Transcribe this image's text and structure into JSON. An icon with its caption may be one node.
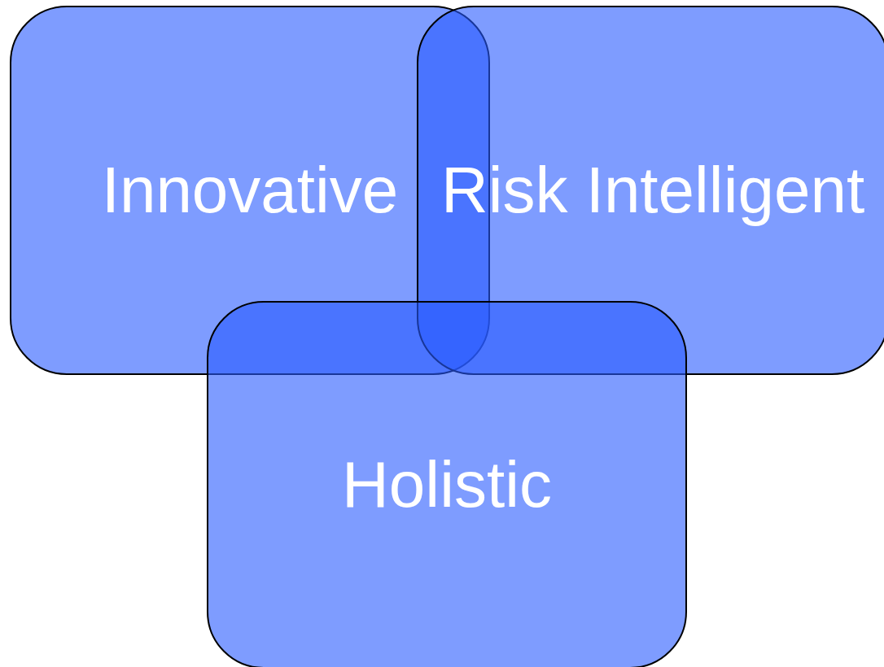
{
  "diagram": {
    "nodes": [
      {
        "text": [
          "Innovative"
        ]
      },
      {
        "text": [
          "Risk Intelligent"
        ]
      },
      {
        "text": [
          "Holistic"
        ]
      }
    ]
  }
}
